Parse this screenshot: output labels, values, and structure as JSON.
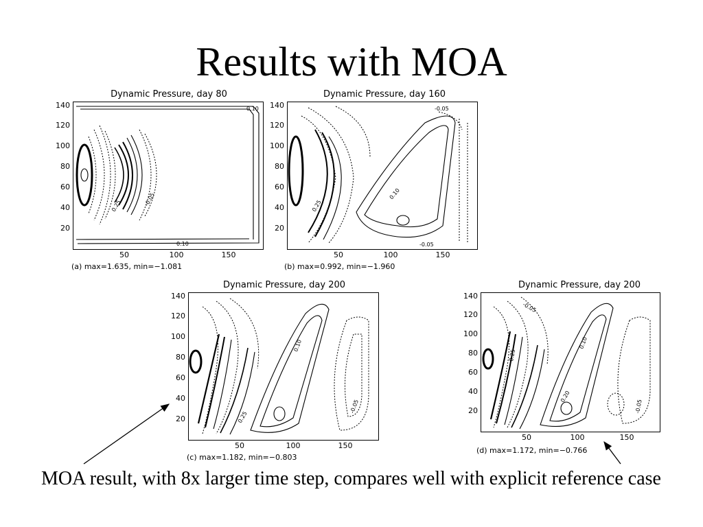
{
  "slide": {
    "title": "Results with MOA",
    "caption": "MOA result, with 8x larger time step, compares well with explicit reference case"
  },
  "panels": [
    {
      "id": "a",
      "title": "Dynamic Pressure, day  80",
      "caption": "(a)  max=1.635,  min=−1.081",
      "yticks": [
        "140",
        "120",
        "100",
        "80",
        "60",
        "40",
        "20"
      ],
      "xticks": [
        "50",
        "100",
        "150"
      ],
      "contour_labels": [
        "0.10",
        "0.10",
        "-0.05",
        "0.25"
      ]
    },
    {
      "id": "b",
      "title": "Dynamic Pressure, day  160",
      "caption": "(b)  max=0.992,  min=−1.960",
      "yticks": [
        "140",
        "120",
        "100",
        "80",
        "60",
        "40",
        "20"
      ],
      "xticks": [
        "50",
        "100",
        "150"
      ],
      "contour_labels": [
        "-0.05",
        "0.10",
        "-0.05",
        "0.25"
      ]
    },
    {
      "id": "c",
      "title": "Dynamic Pressure, day  200",
      "caption": "(c)  max=1.182,  min=−0.803",
      "yticks": [
        "140",
        "120",
        "100",
        "80",
        "60",
        "40",
        "20"
      ],
      "xticks": [
        "50",
        "100",
        "150"
      ],
      "contour_labels": [
        "0.10",
        "-0.05",
        "0.25"
      ]
    },
    {
      "id": "d",
      "title": "Dynamic Pressure, day  200",
      "caption": "(d)  max=1.172,  min=−0.766",
      "yticks": [
        "140",
        "120",
        "100",
        "80",
        "60",
        "40",
        "20"
      ],
      "xticks": [
        "50",
        "100",
        "150"
      ],
      "contour_labels": [
        "-0.05",
        "0.10",
        "0.25",
        "0.20",
        "-0.05"
      ]
    }
  ]
}
